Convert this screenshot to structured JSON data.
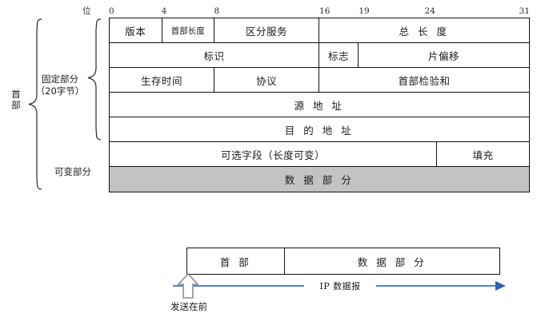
{
  "ruler": {
    "axis_label": "位",
    "ticks": [
      {
        "label": "0",
        "bit": 0
      },
      {
        "label": "4",
        "bit": 4
      },
      {
        "label": "8",
        "bit": 8
      },
      {
        "label": "16",
        "bit": 16
      },
      {
        "label": "19",
        "bit": 19
      },
      {
        "label": "24",
        "bit": 24
      },
      {
        "label": "31",
        "bit": 31
      }
    ]
  },
  "side_labels": {
    "header": "首部",
    "fixed_part_line1": "固定部分",
    "fixed_part_line2": "（20字节）",
    "variable_part": "可变部分"
  },
  "header_rows": [
    {
      "cells": [
        {
          "label": "版本",
          "bits": 4
        },
        {
          "label": "首部长度",
          "bits": 4
        },
        {
          "label": "区分服务",
          "bits": 8
        },
        {
          "label": "总 长 度",
          "bits": 16
        }
      ]
    },
    {
      "cells": [
        {
          "label": "标识",
          "bits": 16
        },
        {
          "label": "标志",
          "bits": 3
        },
        {
          "label": "片偏移",
          "bits": 13
        }
      ]
    },
    {
      "cells": [
        {
          "label": "生存时间",
          "bits": 8
        },
        {
          "label": "协议",
          "bits": 8
        },
        {
          "label": "首部检验和",
          "bits": 16
        }
      ]
    },
    {
      "cells": [
        {
          "label": "源 地 址",
          "bits": 32
        }
      ]
    },
    {
      "cells": [
        {
          "label": "目 的 地 址",
          "bits": 32
        }
      ]
    },
    {
      "cells": [
        {
          "label": "可选字段（长度可变）",
          "bits": 25
        },
        {
          "label": "填充",
          "bits": 7
        }
      ]
    },
    {
      "shaded": true,
      "cells": [
        {
          "label": "数 据 部 分",
          "bits": 32
        }
      ]
    }
  ],
  "datagram": {
    "head_label": "首 部",
    "data_label": "数 据 部 分",
    "arrow_label": "IP 数据报",
    "send_first_label": "发送在前"
  },
  "colors": {
    "data_row_fill": "#c3c3c3",
    "border": "#111111",
    "arrow_line": "#5b82bd",
    "arrow_head": "#2f62b2",
    "send_arrow_outline": "#8f8f8f"
  }
}
